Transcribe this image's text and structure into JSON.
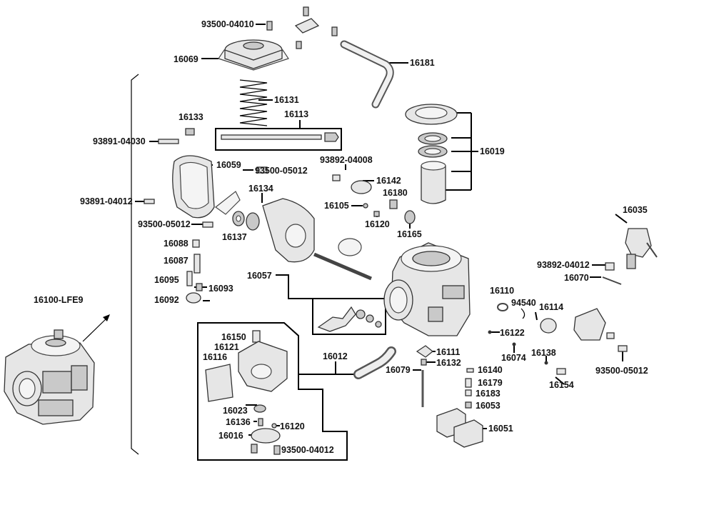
{
  "labels": {
    "l93500_04010": "93500-04010",
    "l16069": "16069",
    "l16181": "16181",
    "l16131": "16131",
    "l16113": "16113",
    "l16133": "16133",
    "l93891_04030": "93891-04030",
    "l16059": "16059",
    "l93500_05012a": "93500-05012",
    "l93892_04008": "93892-04008",
    "l16019": "16019",
    "l16142": "16142",
    "l16134": "16134",
    "l16180": "16180",
    "l93891_04012": "93891-04012",
    "l16105": "16105",
    "l16120a": "16120",
    "l16035": "16035",
    "l93500_05012b": "93500-05012",
    "l16137": "16137",
    "l16165": "16165",
    "l16088": "16088",
    "l16087": "16087",
    "l93892_04012": "93892-04012",
    "l16070": "16070",
    "l16057": "16057",
    "l16095": "16095",
    "l16093": "16093",
    "l16092": "16092",
    "l16110": "16110",
    "l94540": "94540",
    "l16114": "16114",
    "l16100_lfe9": "16100-LFE9",
    "l16122": "16122",
    "l16074": "16074",
    "l16150": "16150",
    "l16121": "16121",
    "l16116": "16116",
    "l16111": "16111",
    "l16012": "16012",
    "l16132": "16132",
    "l16079": "16079",
    "l16138": "16138",
    "l93500_05012c": "93500-05012",
    "l16140": "16140",
    "l16154": "16154",
    "l16179": "16179",
    "l16183": "16183",
    "l16023": "16023",
    "l16053": "16053",
    "l16136": "16136",
    "l16120b": "16120",
    "l16051": "16051",
    "l16016": "16016",
    "l93500_04012": "93500-04012"
  }
}
